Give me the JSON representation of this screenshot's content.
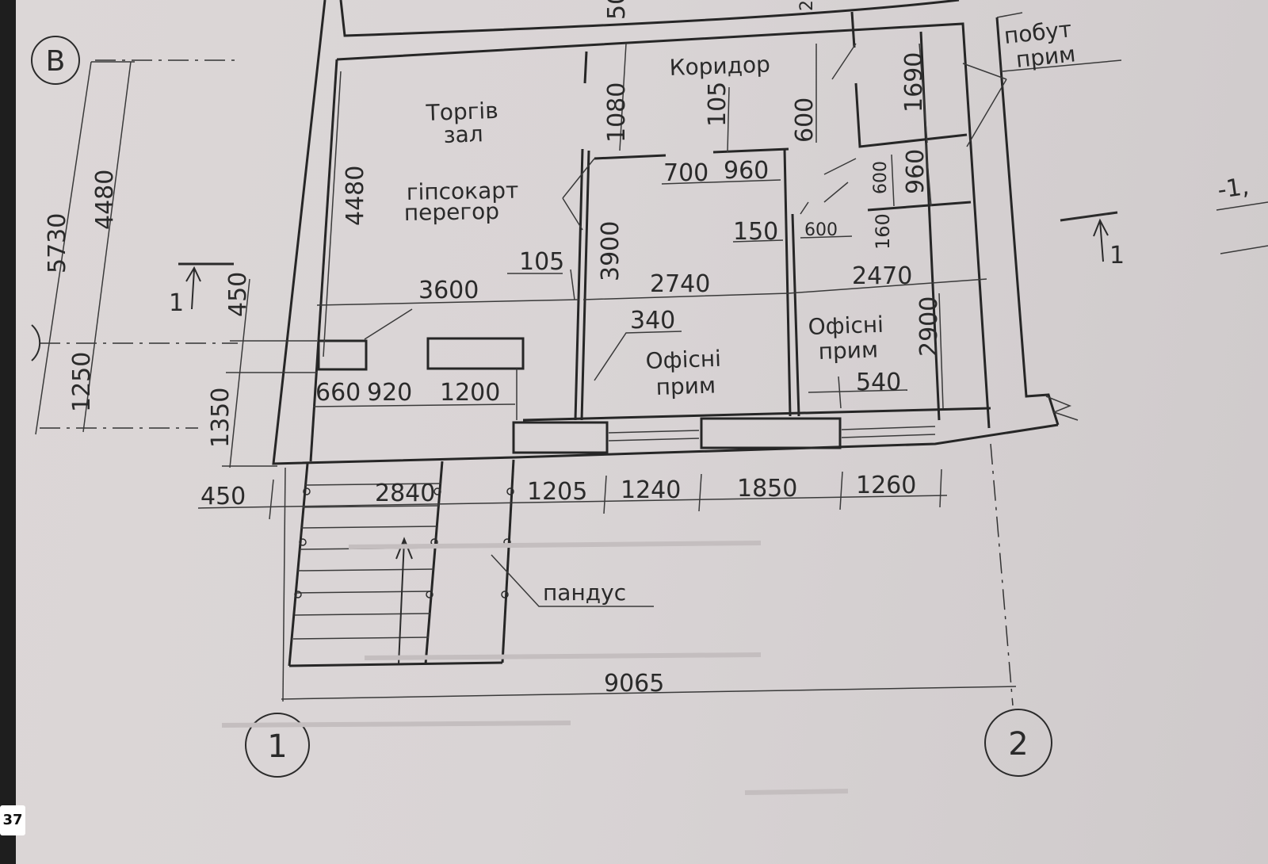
{
  "axes": {
    "a1": "1",
    "a2": "2",
    "aB": "В"
  },
  "rooms": {
    "trade1": "Торгів",
    "trade2": "зал",
    "corridor": "Коридор",
    "drywall1": "гіпсокарт",
    "drywall2": "перегор",
    "office_a1": "Офісні",
    "office_a2": "прим",
    "office_b1": "Офісні",
    "office_b2": "прим",
    "util1": "побут",
    "util2": "прим",
    "ramp": "пандус"
  },
  "section": {
    "left": "1",
    "right": "1",
    "edge": "-1,"
  },
  "dims": {
    "d5730": "5730",
    "d4480a": "4480",
    "d1250": "1250",
    "d4480b": "4480",
    "d450v": "450",
    "d1350": "1350",
    "d3600": "3600",
    "d660": "660",
    "d920": "920",
    "d1200": "1200",
    "d105a": "105",
    "d3900": "3900",
    "d1080": "1080",
    "d50": "50",
    "d105b": "105",
    "d700": "700",
    "d960a": "960",
    "d2740": "2740",
    "d340": "340",
    "d150": "150",
    "d600a": "600",
    "d600b": "600",
    "d160": "160",
    "d600c": "600",
    "d960b": "960",
    "d1690": "1690",
    "d2470": "2470",
    "d2900": "2900",
    "d540": "540",
    "d2": "2",
    "d450b": "450",
    "d2840": "2840",
    "d1205": "1205",
    "d1240": "1240",
    "d1850": "1850",
    "d1260": "1260",
    "d9065": "9065"
  },
  "page": {
    "number": "37"
  }
}
